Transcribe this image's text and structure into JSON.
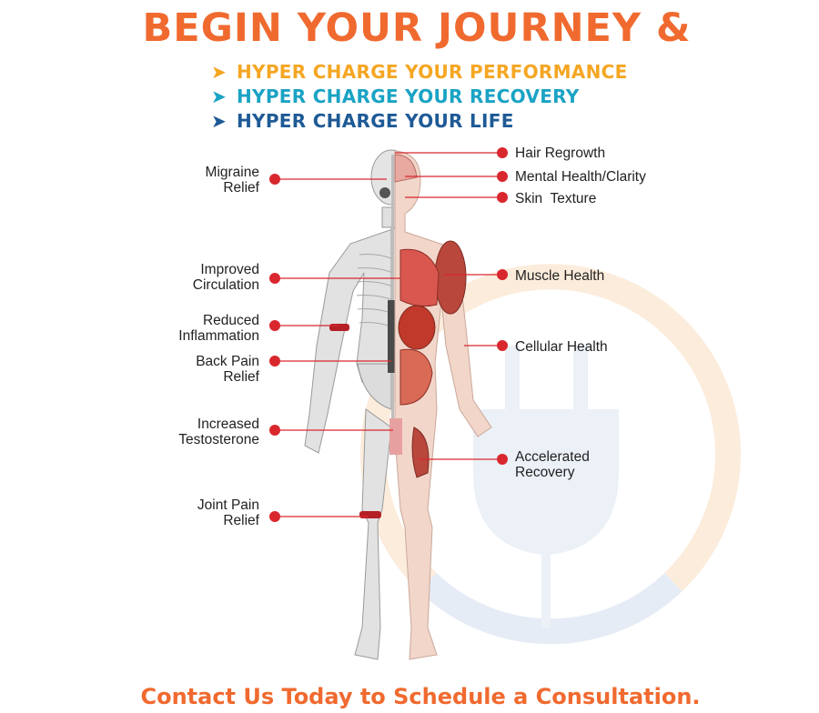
{
  "headline": "BEGIN YOUR JOURNEY &",
  "taglines": [
    {
      "text": "HYPER CHARGE YOUR PERFORMANCE",
      "color": "#f5a623"
    },
    {
      "text": "HYPER CHARGE YOUR RECOVERY",
      "color": "#1aa3c4"
    },
    {
      "text": "HYPER CHARGE YOUR LIFE",
      "color": "#1e5a96"
    }
  ],
  "benefits_left": [
    {
      "line1": "Migraine",
      "line2": "Relief"
    },
    {
      "line1": "Improved",
      "line2": "Circulation"
    },
    {
      "line1": "Reduced",
      "line2": "Inflammation"
    },
    {
      "line1": "Back Pain",
      "line2": "Relief"
    },
    {
      "line1": "Increased",
      "line2": "Testosterone"
    },
    {
      "line1": "Joint Pain",
      "line2": "Relief"
    }
  ],
  "benefits_right": [
    {
      "line1": "Hair Regrowth",
      "line2": ""
    },
    {
      "line1": "Mental Health/Clarity",
      "line2": ""
    },
    {
      "line1": "Skin  Texture",
      "line2": ""
    },
    {
      "line1": "Muscle Health",
      "line2": ""
    },
    {
      "line1": "Cellular Health",
      "line2": ""
    },
    {
      "line1": "Accelerated",
      "line2": "Recovery"
    }
  ],
  "call_to_action": "Contact Us Today to Schedule a Consultation.",
  "colors": {
    "accent_orange": "#f06a2f",
    "marker_red": "#d9272e",
    "skin": "#f2d6c9",
    "bone": "#d9d9d9"
  }
}
